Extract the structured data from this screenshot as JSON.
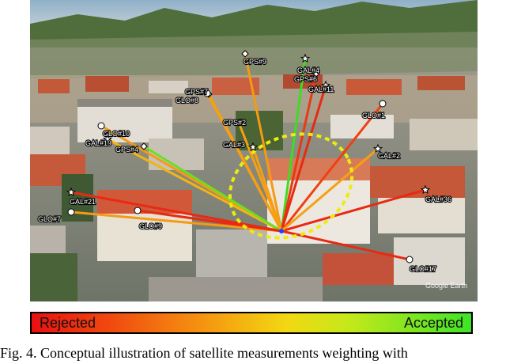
{
  "satellites": [
    {
      "id": "gps9",
      "label": "GPS#9",
      "symbol": "diamond",
      "color": "#f59a14"
    },
    {
      "id": "gal4",
      "label": "GAL#4",
      "symbol": "star",
      "color": "#3edc24"
    },
    {
      "id": "gps6",
      "label": "GPS#6",
      "symbol": "diamond",
      "color": "#e83a14"
    },
    {
      "id": "gal11",
      "label": "GAL#11",
      "symbol": "star",
      "color": "#e82a12"
    },
    {
      "id": "gps7",
      "label": "GPS#7",
      "symbol": "diamond",
      "color": "#f5a014"
    },
    {
      "id": "glo8",
      "label": "GLO#8",
      "symbol": "circle",
      "color": "#f5a014"
    },
    {
      "id": "glo1",
      "label": "GLO#1",
      "symbol": "circle",
      "color": "#f04010"
    },
    {
      "id": "glo10",
      "label": "GLO#10",
      "symbol": "circle",
      "color": "#f59a14"
    },
    {
      "id": "gal19",
      "label": "GAL#19",
      "symbol": "star",
      "color": "#f2b414"
    },
    {
      "id": "gps4",
      "label": "GPS#4",
      "symbol": "diamond",
      "color": "#6adf24"
    },
    {
      "id": "gps2",
      "label": "GPS#2",
      "symbol": "diamond",
      "color": "#f5a014"
    },
    {
      "id": "gal3",
      "label": "GAL#3",
      "symbol": "star",
      "color": "#f5a014"
    },
    {
      "id": "gal21",
      "label": "GAL#21",
      "symbol": "star",
      "color": "#e82a12"
    },
    {
      "id": "glo7",
      "label": "GLO#7",
      "symbol": "circle",
      "color": "#f59a14"
    },
    {
      "id": "glo9",
      "label": "GLO#9",
      "symbol": "circle",
      "color": "#e82a12"
    },
    {
      "id": "gal36",
      "label": "GAL#36",
      "symbol": "star",
      "color": "#e82a12"
    },
    {
      "id": "glo17",
      "label": "GLO#17",
      "symbol": "circle",
      "color": "#e82a12"
    },
    {
      "id": "gal2",
      "label": "GAL#2",
      "symbol": "star",
      "color": "#f5a014"
    }
  ],
  "watermark": "Google Earth",
  "colorbar": {
    "low_label": "Rejected",
    "high_label": "Accepted"
  },
  "caption": "Fig. 4.  Conceptual illustration of satellite measurements weighting with"
}
